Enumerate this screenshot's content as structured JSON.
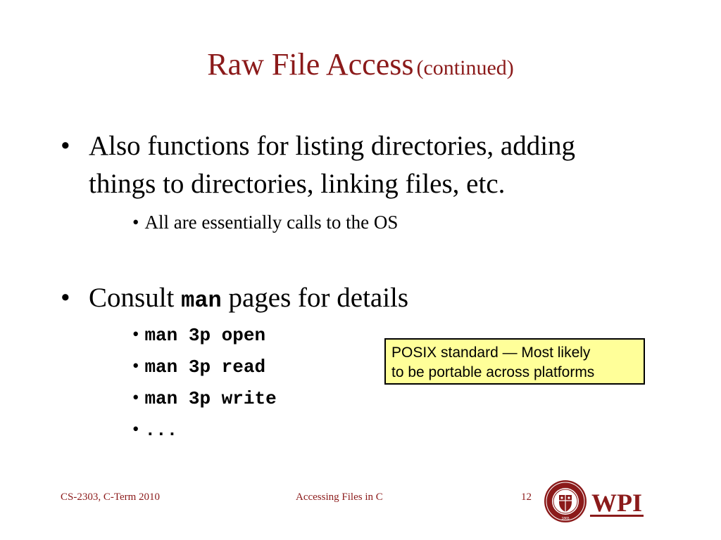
{
  "title": {
    "main": "Raw File Access",
    "sub": "(continued)"
  },
  "bullets": [
    {
      "line1": "Also functions for listing directories, adding",
      "line2": "things to directories, linking files, etc.",
      "sub": [
        "All are essentially calls to the OS"
      ]
    },
    {
      "prefix": "Consult",
      "code": "man",
      "suffix": "pages for details",
      "sub": [
        "man 3p open",
        "man 3p read",
        "man 3p write",
        "..."
      ]
    }
  ],
  "callout": {
    "line1": "POSIX standard — Most likely",
    "line2": "to be portable across platforms"
  },
  "footer": {
    "course": "CS-2303, C-Term 2010",
    "topic": "Accessing Files in C",
    "page": "12",
    "logo_text": "WPI",
    "seal_year": "1865"
  },
  "colors": {
    "title": "#8b1a1a",
    "callout_bg": "#ffff99"
  }
}
